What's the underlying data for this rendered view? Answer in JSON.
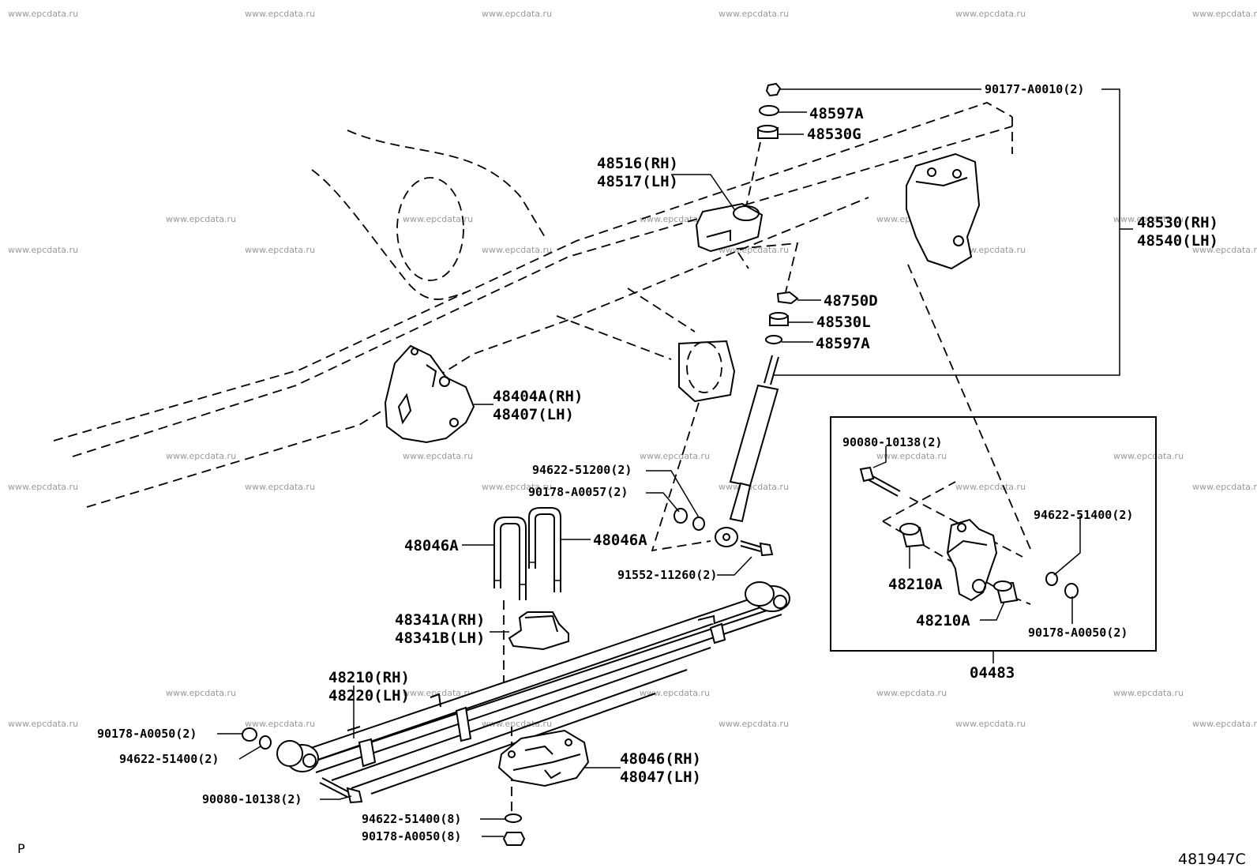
{
  "watermark_text": "www.epcdata.ru",
  "corner_left": "P",
  "corner_right": "481947C",
  "labels": {
    "p90177": "90177-A0010(2)",
    "p48597a_top": "48597A",
    "p48530g": "48530G",
    "p48516": "48516(RH)",
    "p48517": "48517(LH)",
    "p48530": "48530(RH)",
    "p48540": "48540(LH)",
    "p48750d": "48750D",
    "p48530l": "48530L",
    "p48597a_low": "48597A",
    "p48404a": "48404A(RH)",
    "p48407": "48407(LH)",
    "p90080_r": "90080-10138(2)",
    "p94622_512": "94622-51200(2)",
    "p90178_57": "90178-A0057(2)",
    "p94622_514_r": "94622-51400(2)",
    "p48046a_l": "48046A",
    "p48046a_r": "48046A",
    "p91552": "91552-11260(2)",
    "p48210a_1": "48210A",
    "p48210a_2": "48210A",
    "p90178_50_r": "90178-A0050(2)",
    "p48341a": "48341A(RH)",
    "p48341b": "48341B(LH)",
    "p04483": "04483",
    "p48210": "48210(RH)",
    "p48220": "48220(LH)",
    "p90178_50_l": "90178-A0050(2)",
    "p94622_514_l": "94622-51400(2)",
    "p48046": "48046(RH)",
    "p48047": "48047(LH)",
    "p90080_l": "90080-10138(2)",
    "p94622_514_8": "94622-51400(8)",
    "p90178_50_8": "90178-A0050(8)"
  }
}
